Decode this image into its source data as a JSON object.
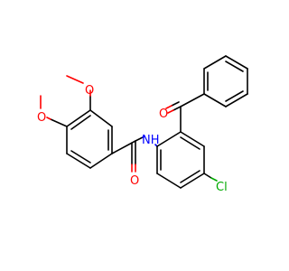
{
  "molecule": {
    "atoms": [
      {
        "id": "o_methoxy_top",
        "symbol": "O",
        "color": "#ff0000"
      },
      {
        "id": "o_methoxy_left",
        "symbol": "O",
        "color": "#ff0000"
      },
      {
        "id": "o_amide",
        "symbol": "O",
        "color": "#ff0000"
      },
      {
        "id": "o_ketone",
        "symbol": "O",
        "color": "#ff0000"
      },
      {
        "id": "nh",
        "symbol": "NH",
        "color": "#0000ff"
      },
      {
        "id": "cl",
        "symbol": "Cl",
        "color": "#00aa00"
      }
    ]
  }
}
